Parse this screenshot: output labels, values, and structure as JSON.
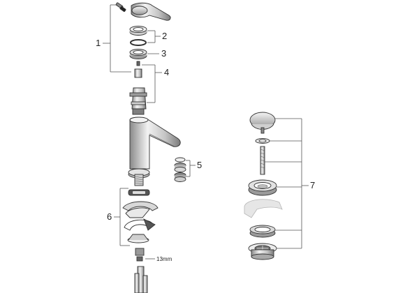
{
  "callouts": {
    "c1": "1",
    "c2": "2",
    "c3": "3",
    "c4": "4",
    "c5": "5",
    "c6": "6",
    "c7": "7",
    "dimension": "13mm"
  },
  "colors": {
    "line": "#555555",
    "metal_light": "#e6e6e6",
    "metal_mid": "#bdbdbd",
    "metal_dark": "#7a7a7a",
    "gasket": "#d9d9d9"
  }
}
